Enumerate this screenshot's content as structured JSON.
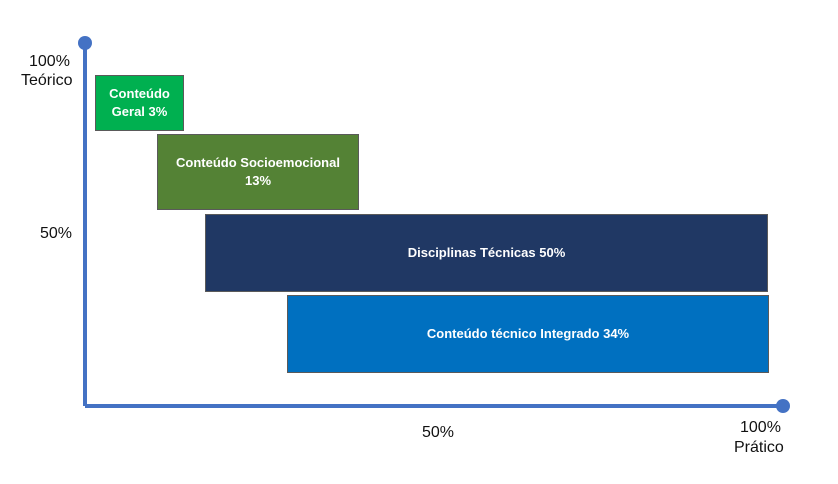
{
  "axes": {
    "y_top_percent": "100%",
    "y_top_name": "Teórico",
    "y_mid_percent": "50%",
    "x_mid_percent": "50%",
    "x_end_percent": "100%",
    "x_end_name": "Prático",
    "axis_color": "#4472C4"
  },
  "blocks": [
    {
      "line1": "Conteúdo",
      "line2": "Geral 3%",
      "color": "#00B050"
    },
    {
      "line1": "Conteúdo Socioemocional",
      "line2": "13%",
      "color": "#548235"
    },
    {
      "line1": "Disciplinas Técnicas 50%",
      "line2": "",
      "color": "#203864"
    },
    {
      "line1": "Conteúdo técnico Integrado 34%",
      "line2": "",
      "color": "#0070C0"
    }
  ]
}
